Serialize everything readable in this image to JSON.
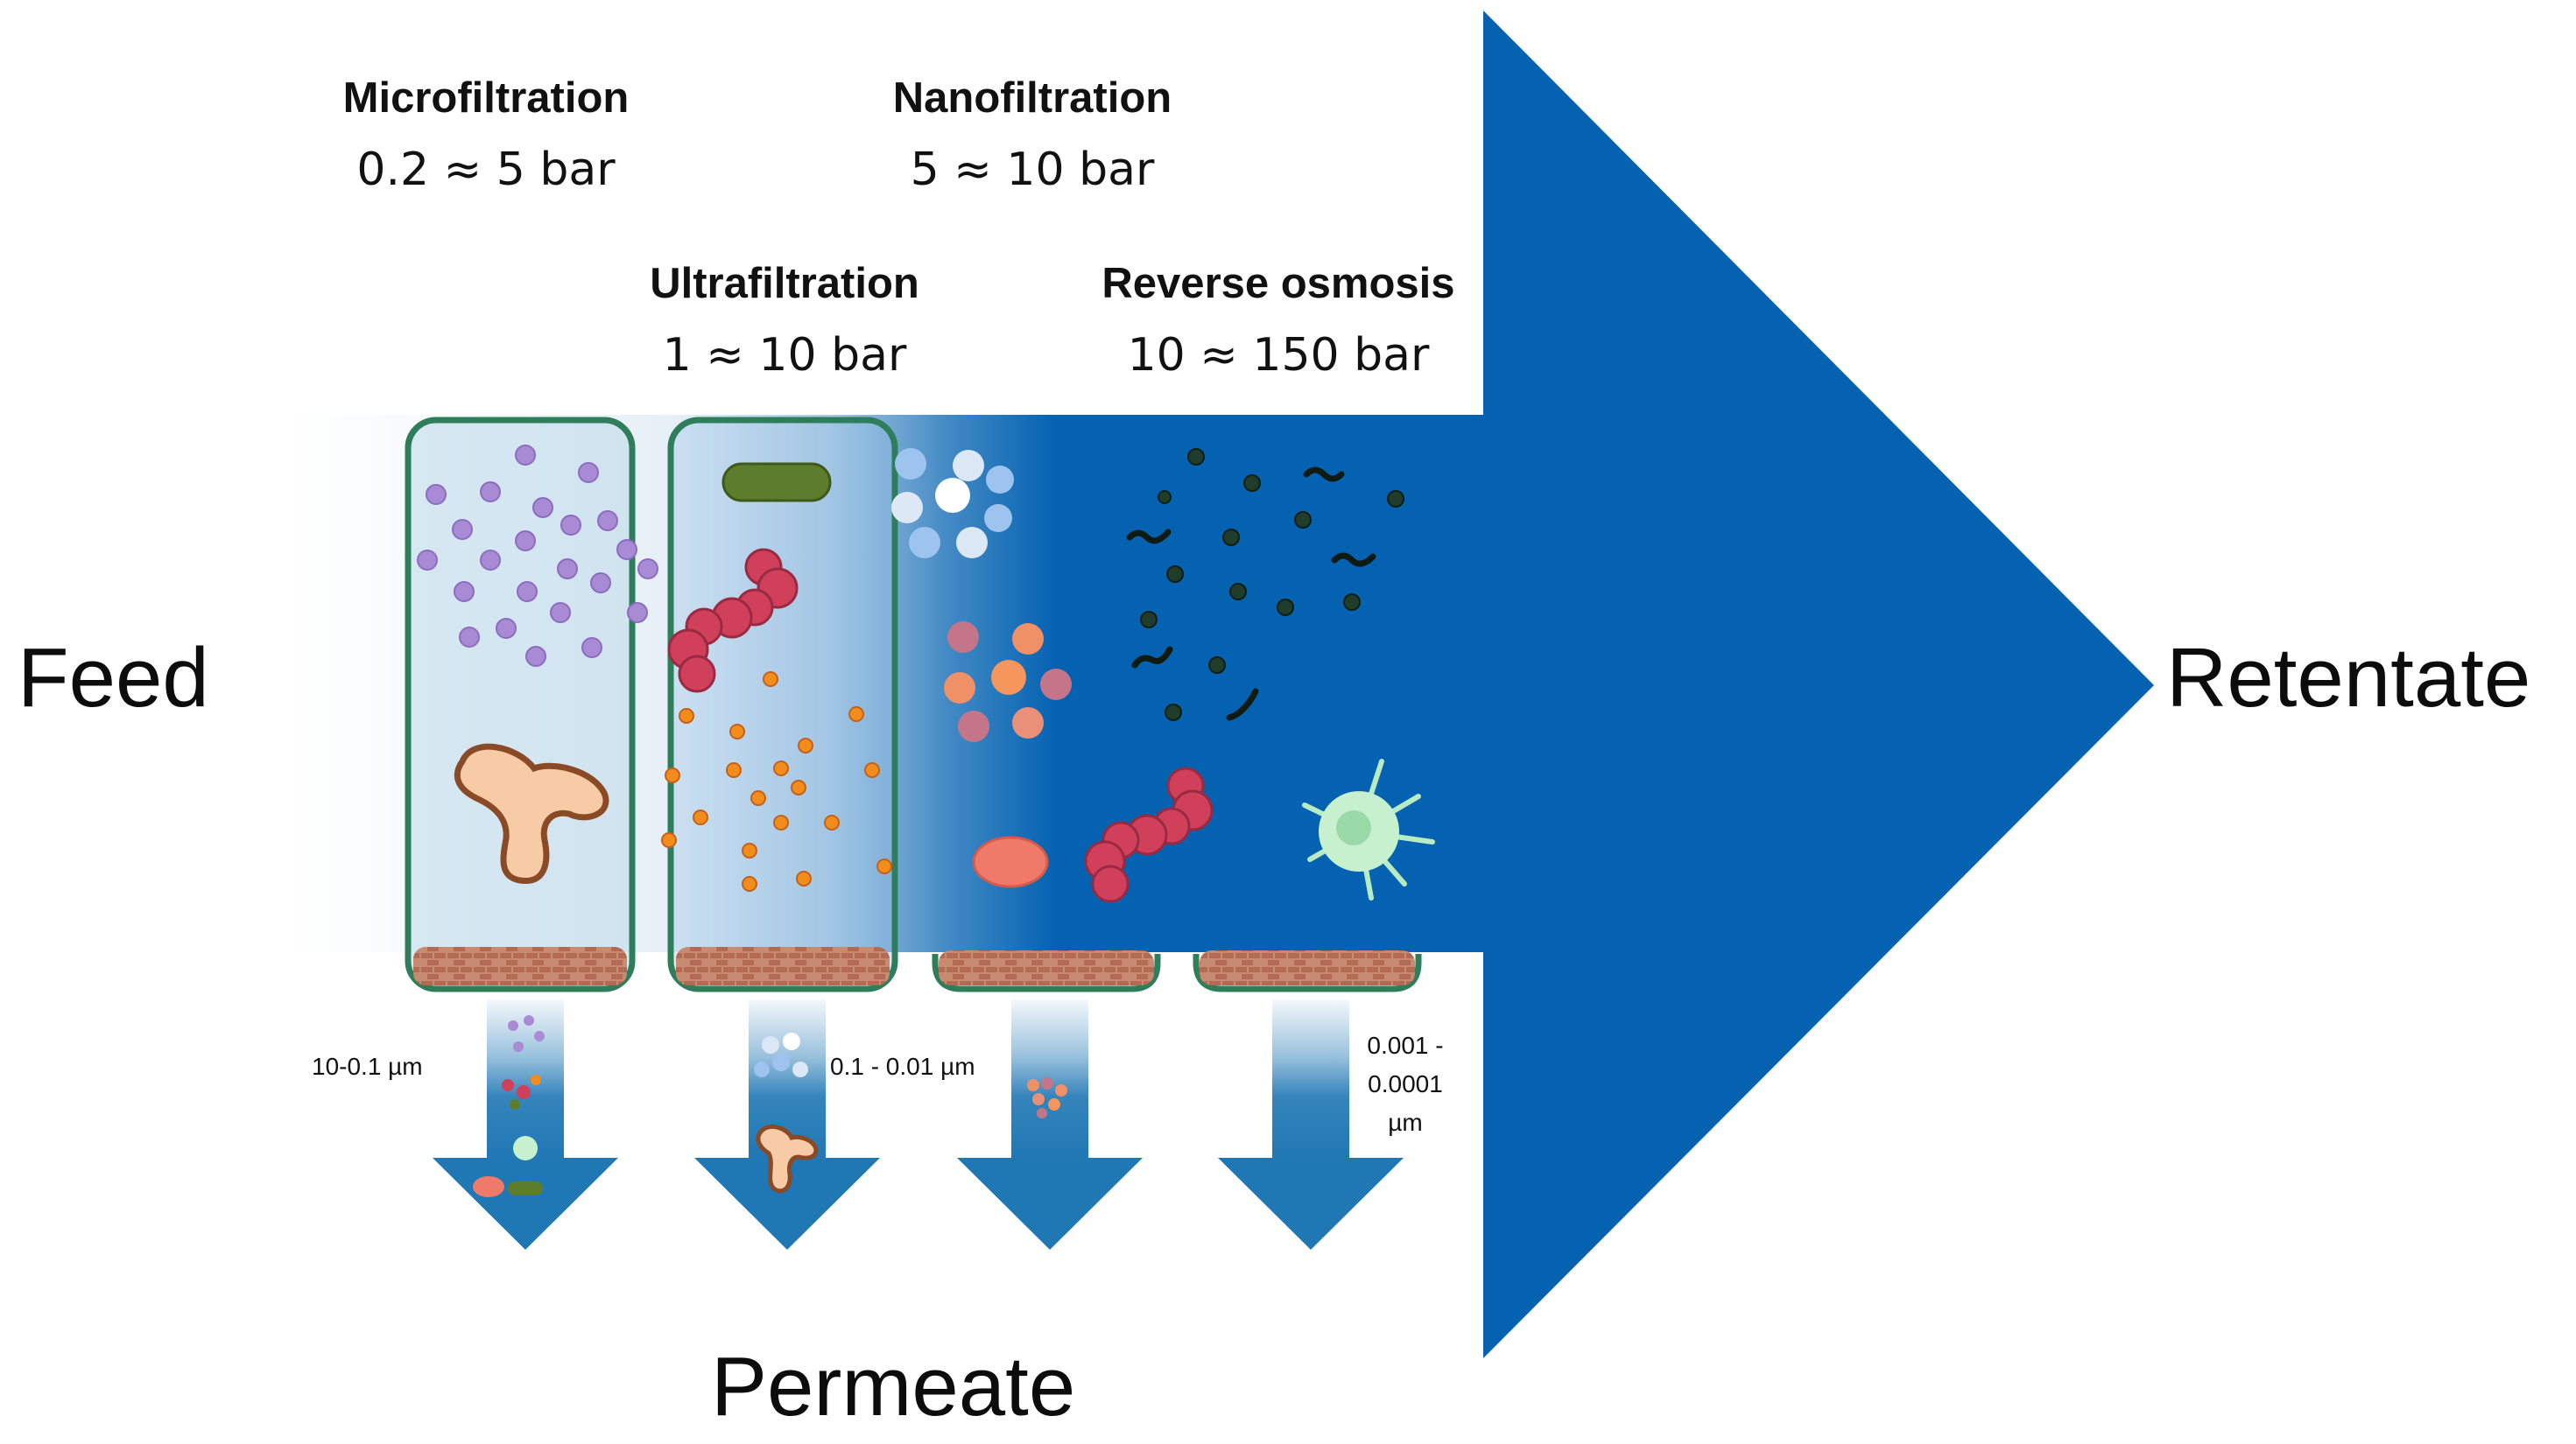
{
  "labels": {
    "feed": "Feed",
    "retentate": "Retentate",
    "permeate": "Permeate"
  },
  "processes": [
    {
      "name": "Microfiltration",
      "pressure": "0.2 ≈ 5 bar",
      "pore_size": "10-0.1 µm"
    },
    {
      "name": "Ultrafiltration",
      "pressure": "1 ≈ 10 bar",
      "pore_size": "0.1 - 0.01 µm"
    },
    {
      "name": "Nanofiltration",
      "pressure": "5 ≈ 10 bar",
      "pore_size": ""
    },
    {
      "name": "Reverse osmosis",
      "pressure": "10 ≈ 150 bar",
      "pore_size_lines": [
        "0.001 -",
        "0.0001",
        "µm"
      ]
    }
  ],
  "colors": {
    "main_arrow": "#0462b1",
    "permeate_arrow": "#1f77b4",
    "membrane_border": "#2e7d5b",
    "membrane_fill": "#b8775e"
  },
  "icons": {
    "virus": "virus-particle-icon",
    "bacterium": "rod-bacterium-icon",
    "protein": "protein-chain-icon",
    "ion": "ion-dot-icon",
    "cell": "red-blood-cell-icon",
    "leukocyte": "white-blood-cell-icon",
    "antibody": "antibody-icon"
  }
}
